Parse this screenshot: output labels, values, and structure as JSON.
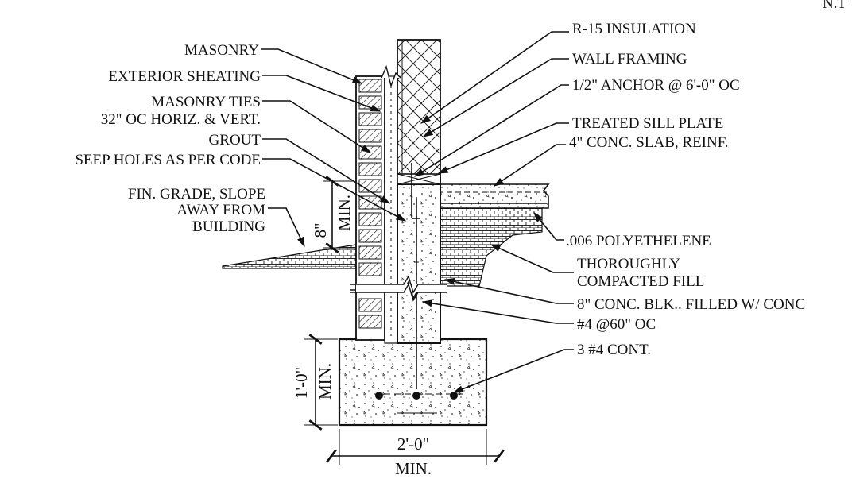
{
  "corner_mark": "N.T",
  "labels_left": {
    "masonry": "MASONRY",
    "exterior_sheathing": "EXTERIOR SHEATING",
    "masonry_ties": "MASONRY TIES",
    "masonry_ties_spacing": "32\" OC HORIZ. & VERT.",
    "grout": "GROUT",
    "seep_holes": "SEEP HOLES AS PER CODE",
    "grade_line1": "FIN. GRADE, SLOPE",
    "grade_line2": "AWAY FROM",
    "grade_line3": "BUILDING"
  },
  "labels_right": {
    "insulation": "R-15 INSULATION",
    "wall_framing": "WALL FRAMING",
    "anchor": "1/2\" ANCHOR @ 6'-0\" OC",
    "sill_plate": "TREATED SILL PLATE",
    "slab": "4\" CONC. SLAB, REINF.",
    "poly": ".006 POLYETHELENE",
    "fill_line1": "THOROUGHLY",
    "fill_line2": "COMPACTED FILL",
    "block": "8\" CONC. BLK.. FILLED W/ CONC",
    "rebar_vert": "#4 @60\" OC",
    "rebar_cont": "3 #4 CONT."
  },
  "dimensions": {
    "grade_height": "8\"",
    "grade_height_note": "MIN.",
    "footing_depth": "1'-0\"",
    "footing_depth_note": "MIN.",
    "footing_width": "2'-0\"",
    "footing_width_note": "MIN."
  }
}
